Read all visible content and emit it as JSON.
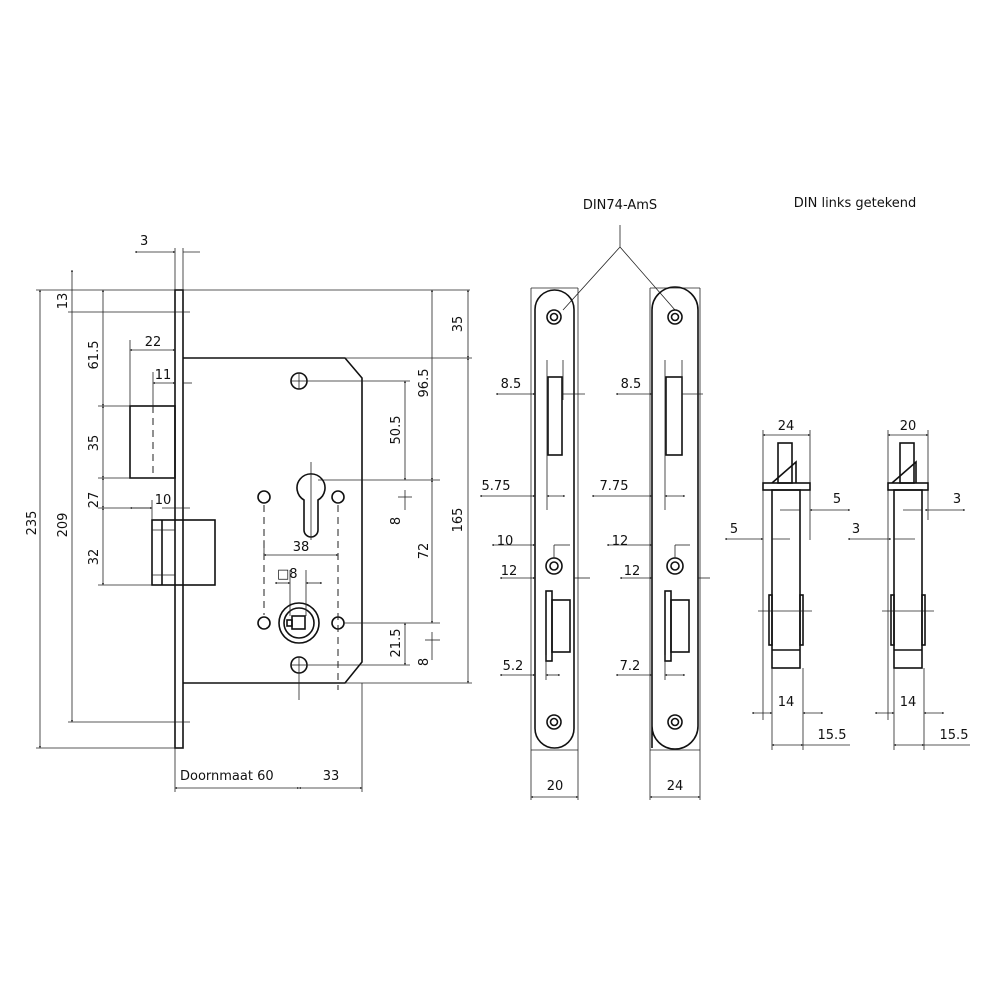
{
  "titles": {
    "profile": "DIN74-AmS",
    "side": "DIN links getekend"
  },
  "main_view": {
    "faceplate_thickness": "3",
    "total_height": "235",
    "screw_spacing": "209",
    "top_offset": "13",
    "latch_offset": "61.5",
    "latch_height": "35",
    "latch_bolt_gap": "27",
    "bolt_height": "32",
    "latch_projection": "22",
    "latch_bevel": "11",
    "bolt_projection": "10",
    "case_top": "35",
    "cylinder_from_top": "96.5",
    "screw_to_cylinder": "50.5",
    "cylinder_tick": "8",
    "case_height": "165",
    "cylinder_to_follower": "72",
    "follower_to_screw": "21.5",
    "follower_tick": "8",
    "hole_spacing": "38",
    "spindle": "□8",
    "backset": "Doornmaat 60",
    "back_depth": "33"
  },
  "plate_20": {
    "latch_dim": "8.5",
    "latch_edge": "5.75",
    "hole_top": "10",
    "hole_bottom": "12",
    "bolt_edge": "5.2",
    "width": "20"
  },
  "plate_24": {
    "latch_dim": "8.5",
    "latch_edge": "7.75",
    "hole_top": "12",
    "hole_bottom": "12",
    "bolt_edge": "7.2",
    "width": "24"
  },
  "side_24": {
    "width": "24",
    "right_offset": "5",
    "left_offset": "5",
    "shaft": "14",
    "depth": "15.5"
  },
  "side_20": {
    "width": "20",
    "right_offset": "3",
    "left_offset": "3",
    "shaft": "14",
    "depth": "15.5"
  }
}
